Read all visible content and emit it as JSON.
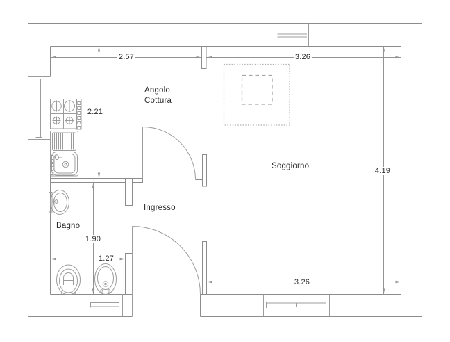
{
  "drawing": {
    "rooms": {
      "kitchen": {
        "label_line1": "Angolo",
        "label_line2": "Cottura"
      },
      "living": {
        "label": "Soggiorno"
      },
      "entry": {
        "label": "Ingresso"
      },
      "bath": {
        "label": "Bagno"
      }
    },
    "dimensions": {
      "kitchen_width": "2.57",
      "living_width_top": "3.26",
      "kitchen_wall_height": "2.21",
      "living_height": "4.19",
      "bath_height": "1.90",
      "bath_width": "1.27",
      "living_width_bottom": "3.26"
    },
    "colors": {
      "background": "#ffffff",
      "wall_line": "#8c8c8c",
      "fixture_line": "#9c9c9c",
      "dimension_line": "#939393",
      "dashed_line": "#b0b0b0",
      "text": "#2b2b2b"
    }
  }
}
